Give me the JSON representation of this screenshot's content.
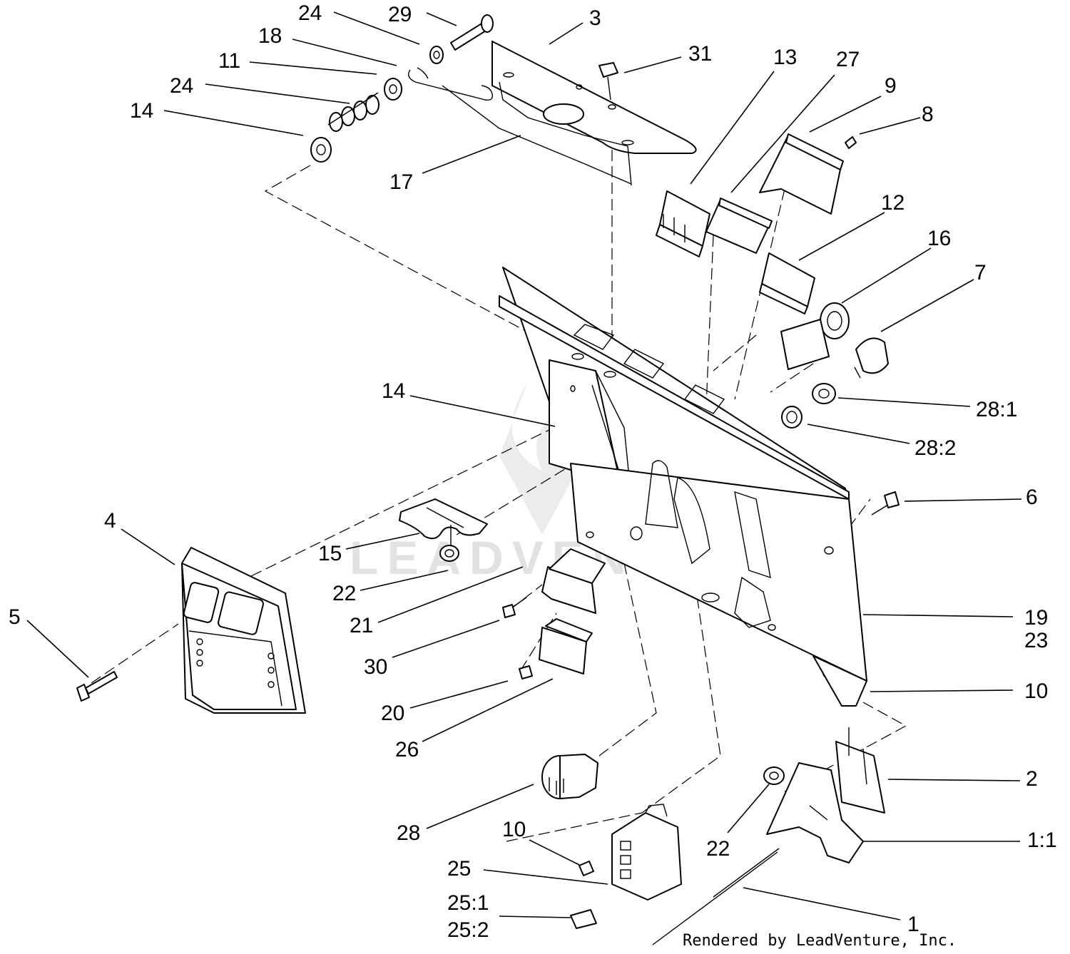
{
  "callouts": [
    {
      "id": "c-24a",
      "text": "24"
    },
    {
      "id": "c-29",
      "text": "29"
    },
    {
      "id": "c-3",
      "text": "3"
    },
    {
      "id": "c-18",
      "text": "18"
    },
    {
      "id": "c-11",
      "text": "11"
    },
    {
      "id": "c-31",
      "text": "31"
    },
    {
      "id": "c-24b",
      "text": "24"
    },
    {
      "id": "c-14a",
      "text": "14"
    },
    {
      "id": "c-17",
      "text": "17"
    },
    {
      "id": "c-13",
      "text": "13"
    },
    {
      "id": "c-27",
      "text": "27"
    },
    {
      "id": "c-9",
      "text": "9"
    },
    {
      "id": "c-8",
      "text": "8"
    },
    {
      "id": "c-12",
      "text": "12"
    },
    {
      "id": "c-16",
      "text": "16"
    },
    {
      "id": "c-7",
      "text": "7"
    },
    {
      "id": "c-14b",
      "text": "14"
    },
    {
      "id": "c-28-1",
      "text": "28:1"
    },
    {
      "id": "c-28-2",
      "text": "28:2"
    },
    {
      "id": "c-6",
      "text": "6"
    },
    {
      "id": "c-4",
      "text": "4"
    },
    {
      "id": "c-15",
      "text": "15"
    },
    {
      "id": "c-22a",
      "text": "22"
    },
    {
      "id": "c-21",
      "text": "21"
    },
    {
      "id": "c-19",
      "text": "19"
    },
    {
      "id": "c-23",
      "text": "23"
    },
    {
      "id": "c-5",
      "text": "5"
    },
    {
      "id": "c-30",
      "text": "30"
    },
    {
      "id": "c-10a",
      "text": "10"
    },
    {
      "id": "c-20",
      "text": "20"
    },
    {
      "id": "c-26",
      "text": "26"
    },
    {
      "id": "c-2",
      "text": "2"
    },
    {
      "id": "c-28",
      "text": "28"
    },
    {
      "id": "c-10b",
      "text": "10"
    },
    {
      "id": "c-22b",
      "text": "22"
    },
    {
      "id": "c-1-1",
      "text": "1:1"
    },
    {
      "id": "c-25",
      "text": "25"
    },
    {
      "id": "c-25-1",
      "text": "25:1"
    },
    {
      "id": "c-25-2",
      "text": "25:2"
    },
    {
      "id": "c-1",
      "text": "1"
    }
  ],
  "watermark": "LEADVENTURE",
  "credit": "Rendered by LeadVenture, Inc."
}
